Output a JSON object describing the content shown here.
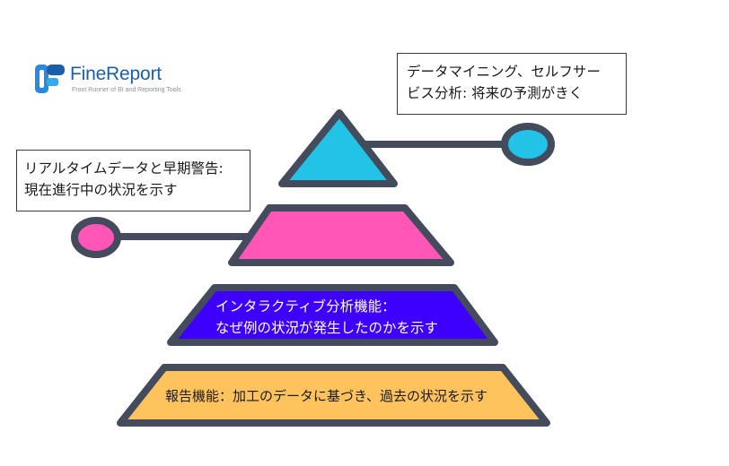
{
  "logo": {
    "name": "FineReport",
    "tagline": "Front Runner of BI and Reporting Tools",
    "icon": "finereport-logo-icon",
    "color": "#1c5fa8"
  },
  "colors": {
    "outline": "#434b5d",
    "tier1": "#22c3e6",
    "tier2": "#ff56b8",
    "tier3": "#3d00ff",
    "tier4": "#ffc35e"
  },
  "callouts": {
    "top": {
      "line1": "データマイニング、セルフサー",
      "line2": "ビス分析:  将来の予測がきく"
    },
    "left": {
      "line1": "リアルタイムデータと早期警告:",
      "line2": "現在進行中の状況を示す"
    }
  },
  "tiers": {
    "tier3": {
      "line1": "インタラクティブ分析機能：",
      "line2": "なぜ例の状況が発生したのかを示す"
    },
    "tier4": {
      "label": "報告機能：加工のデータに基づき、過去の状況を示す"
    }
  }
}
